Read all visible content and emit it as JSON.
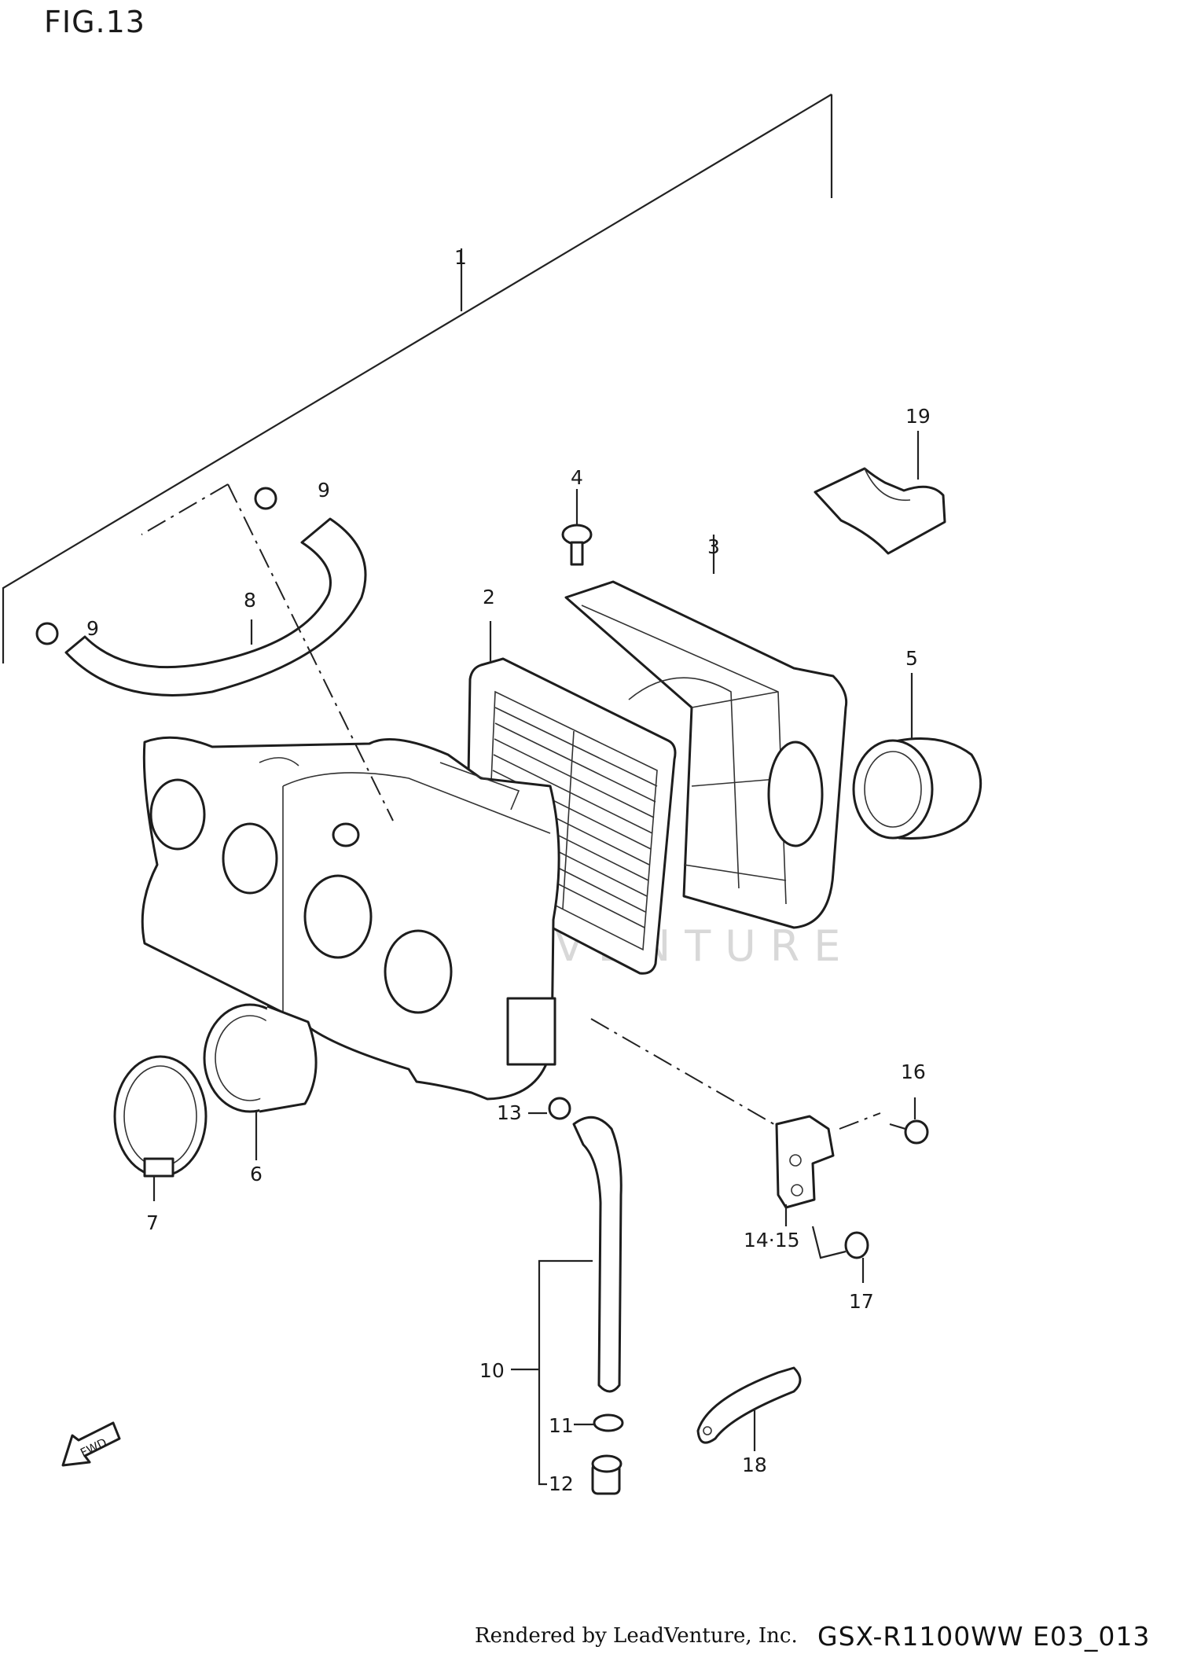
{
  "figure": {
    "title": "FIG.13"
  },
  "watermark": "LEADVENTURE",
  "footer": {
    "credit": "Rendered by LeadVenture, Inc.",
    "code": "GSX-R1100WW  E03_013"
  },
  "fwd_label": "FWD",
  "callouts": {
    "p1": "1",
    "p2": "2",
    "p3": "3",
    "p4": "4",
    "p5": "5",
    "p6": "6",
    "p7": "7",
    "p8": "8",
    "p9a": "9",
    "p9b": "9",
    "p10": "10",
    "p11": "11",
    "p12": "12",
    "p13": "13",
    "p14_15": "14·15",
    "p16": "16",
    "p17": "17",
    "p18": "18",
    "p19": "19"
  }
}
